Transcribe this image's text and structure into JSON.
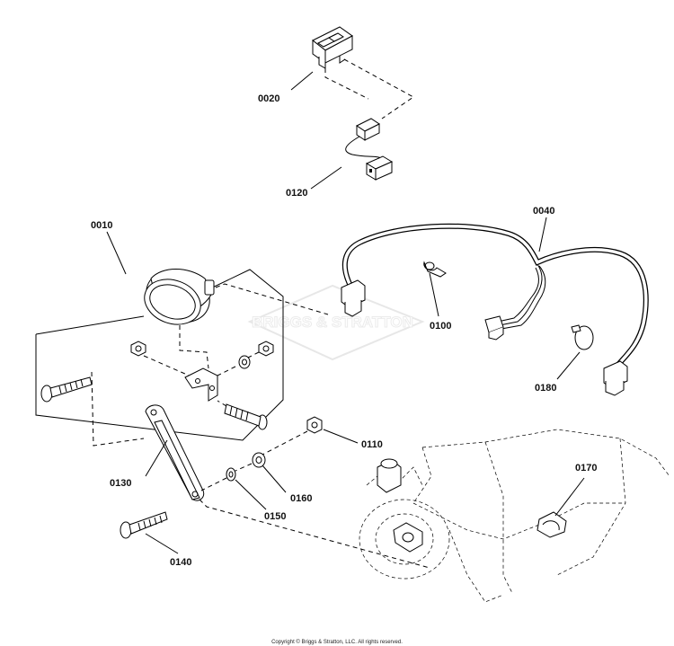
{
  "parts": [
    {
      "id": "switch",
      "label": "0020"
    },
    {
      "id": "switch-harness",
      "label": "0120"
    },
    {
      "id": "headlight",
      "label": "0010"
    },
    {
      "id": "wire-harness",
      "label": "0040"
    },
    {
      "id": "wire-clip",
      "label": "0100"
    },
    {
      "id": "cable-tie",
      "label": "0180"
    },
    {
      "id": "nut",
      "label": "0110"
    },
    {
      "id": "bracket",
      "label": "0130"
    },
    {
      "id": "lock-washer",
      "label": "0150"
    },
    {
      "id": "flat-washer",
      "label": "0160"
    },
    {
      "id": "carriage-bolt",
      "label": "0140"
    },
    {
      "id": "clip-on-frame",
      "label": "0170"
    }
  ],
  "watermark": "BRIGGS & STRATTON",
  "copyright": "Copyright © Briggs & Stratton, LLC. All rights reserved."
}
